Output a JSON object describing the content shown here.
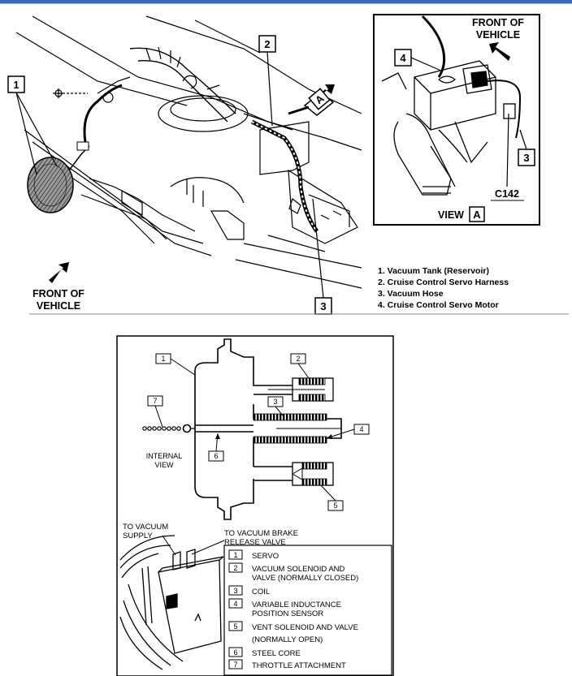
{
  "top": {
    "callouts": [
      "1",
      "2",
      "A",
      "3"
    ],
    "front_of_vehicle_left": [
      "FRONT OF",
      "VEHICLE"
    ],
    "legend": [
      "1.  Vacuum Tank (Reservoir)",
      "2.  Cruise Control Servo Harness",
      "3.  Vacuum Hose",
      "4.  Cruise Control Servo Motor"
    ]
  },
  "view_a": {
    "front_of_vehicle": [
      "FRONT OF",
      "VEHICLE"
    ],
    "callouts": [
      "4",
      "3"
    ],
    "connector": "C142",
    "title": "VIEW",
    "title_box": "A"
  },
  "bottom": {
    "callouts": [
      "1",
      "2",
      "7",
      "3",
      "4",
      "6",
      "5"
    ],
    "internal_view": [
      "INTERNAL",
      "VIEW"
    ],
    "to_vacuum_supply": [
      "TO VACUUM",
      "SUPPLY"
    ],
    "to_vacuum_brake": [
      "TO VACUUM BRAKE",
      "RELEASE VALVE"
    ],
    "legend": [
      {
        "num": "1",
        "lines": [
          "SERVO"
        ]
      },
      {
        "num": "2",
        "lines": [
          "VACUUM SOLENOID AND",
          "VALVE (NORMALLY CLOSED)"
        ]
      },
      {
        "num": "3",
        "lines": [
          "COIL"
        ]
      },
      {
        "num": "4",
        "lines": [
          "VARIABLE INDUCTANCE",
          "POSITION SENSOR"
        ]
      },
      {
        "num": "5",
        "lines": [
          "VENT SOLENOID AND VALVE",
          "(NORMALLY OPEN)"
        ]
      },
      {
        "num": "6",
        "lines": [
          "STEEL CORE"
        ]
      },
      {
        "num": "7",
        "lines": [
          "THROTTLE ATTACHMENT"
        ]
      }
    ]
  }
}
